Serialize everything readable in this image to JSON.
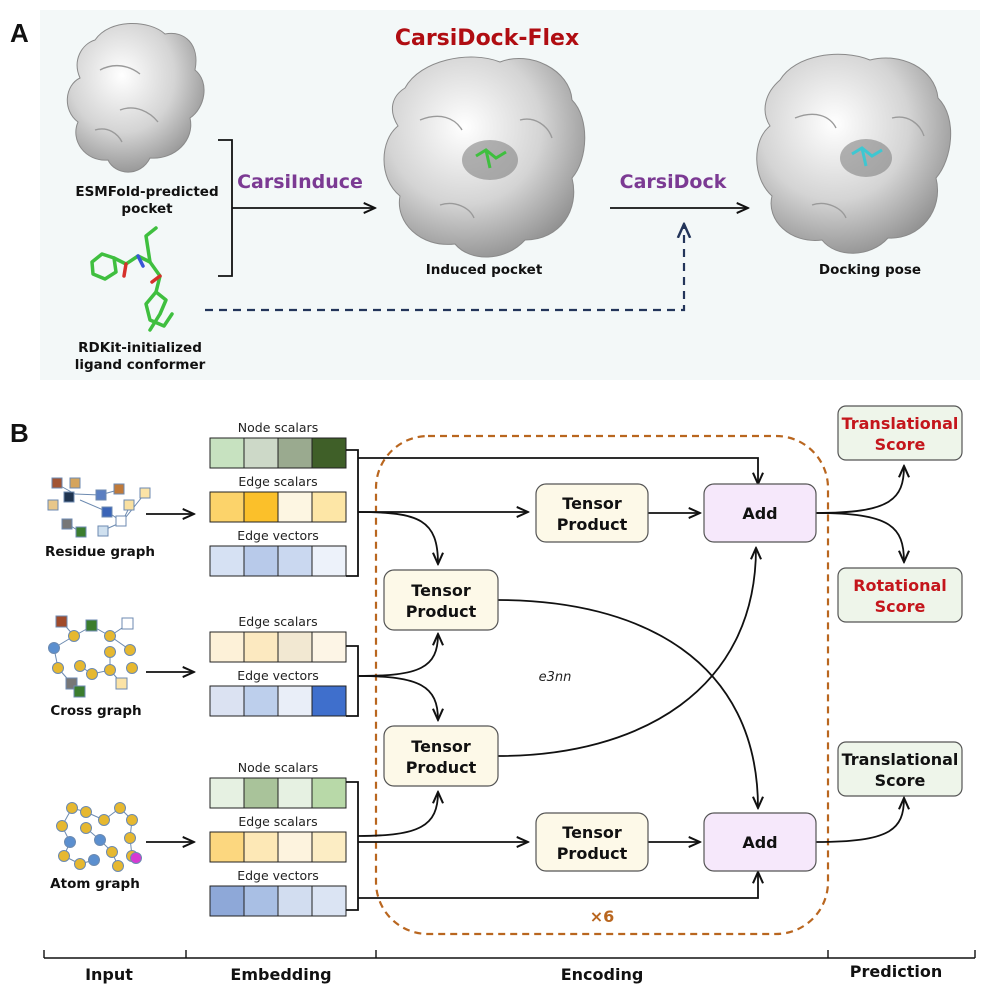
{
  "panel_a": {
    "letter": "A",
    "title": "CarsiDock-Flex",
    "pocket_label": "ESMFold-predicted\npocket",
    "ligand_label": "RDKit-initialized\nligand conformer",
    "step1_label": "CarsiInduce",
    "step2_label": "CarsiDock",
    "induced_label": "Induced pocket",
    "docking_label": "Docking pose"
  },
  "panel_b": {
    "letter": "B",
    "inputs": {
      "residue": "Residue graph",
      "cross": "Cross graph",
      "atom": "Atom graph"
    },
    "embedding": {
      "residue": [
        {
          "label": "Node scalars",
          "colors": [
            "#c7e2c0",
            "#cdd9c8",
            "#9aaa8f",
            "#3f5f28"
          ]
        },
        {
          "label": "Edge scalars",
          "colors": [
            "#fcd36a",
            "#fbc02a",
            "#fdf6e2",
            "#fde6a6"
          ]
        },
        {
          "label": "Edge vectors",
          "colors": [
            "#d6e1f3",
            "#b8caea",
            "#cad8f0",
            "#edf2fa"
          ]
        }
      ],
      "cross": [
        {
          "label": "Edge scalars",
          "colors": [
            "#fdf1d8",
            "#fce9c0",
            "#f2e8d2",
            "#fdf5e6"
          ]
        },
        {
          "label": "Edge vectors",
          "colors": [
            "#dbe2f2",
            "#bdcfec",
            "#e9eef8",
            "#3f6fcc"
          ]
        }
      ],
      "atom": [
        {
          "label": "Node scalars",
          "colors": [
            "#e6f1e2",
            "#a9c39a",
            "#e6f1e2",
            "#b8d9a8"
          ]
        },
        {
          "label": "Edge scalars",
          "colors": [
            "#fcd77f",
            "#fde8b6",
            "#fdf3de",
            "#fcedc4"
          ]
        },
        {
          "label": "Edge vectors",
          "colors": [
            "#8ea8d8",
            "#a9bfe4",
            "#d2ddf0",
            "#dbe4f3"
          ]
        }
      ]
    },
    "encoding": {
      "tp_top": "Tensor\nProduct",
      "tp_left1": "Tensor\nProduct",
      "tp_left2": "Tensor\nProduct",
      "tp_bottom": "Tensor\nProduct",
      "add_top": "Add",
      "add_bottom": "Add",
      "e3nn": "e3nn",
      "repeat": "×6"
    },
    "prediction": {
      "translational_top": "Translational\nScore",
      "rotational": "Rotational\nScore",
      "translational_bottom": "Translational\nScore"
    },
    "sections": [
      "Input",
      "Embedding",
      "Encoding",
      "Prediction"
    ]
  },
  "colors": {
    "title_red": "#b00d12",
    "score_red": "#c4161c",
    "step_purple": "#7b3a93",
    "repeat_orange": "#b9661f",
    "tensor_box_fill": "#fdf9e8",
    "add_box_fill": "#f6e8fb",
    "score_box_fill": "#eef5ea",
    "panel_a_bg": "#f3f8f8"
  },
  "icons": [
    "protein-surface-icon",
    "ligand-stick-icon",
    "graph-icon"
  ]
}
